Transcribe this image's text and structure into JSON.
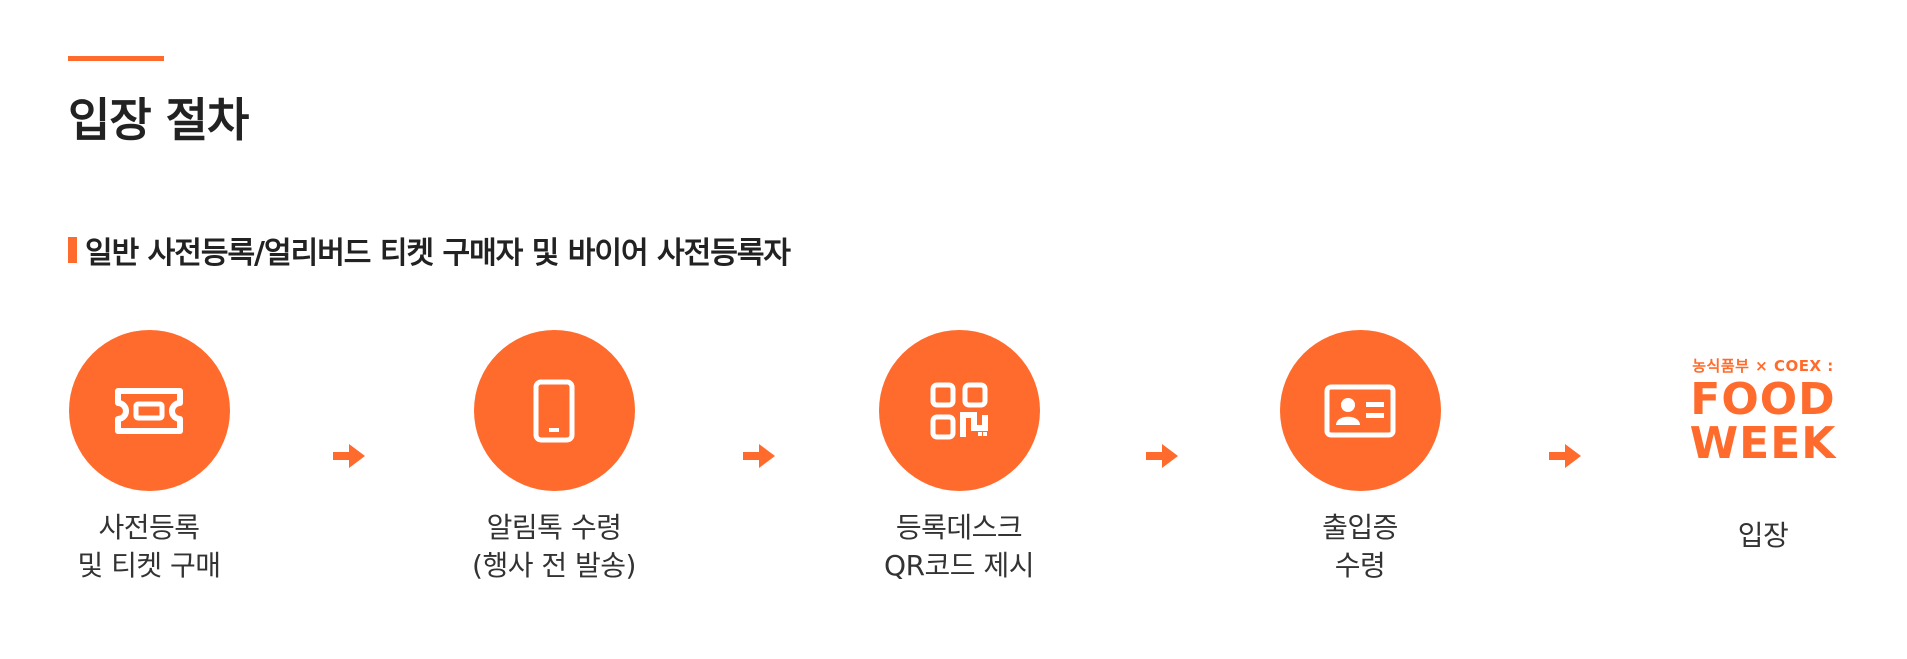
{
  "header": {
    "title": "입장 절차"
  },
  "section": {
    "title": "일반 사전등록/얼리버드 티켓 구매자 및 바이어 사전등록자"
  },
  "colors": {
    "accent": "#ff6b2c",
    "text": "#222222"
  },
  "steps": [
    {
      "icon": "ticket-icon",
      "line1": "사전등록",
      "line2": "및 티켓 구매"
    },
    {
      "icon": "smartphone-icon",
      "line1": "알림톡 수령",
      "line2": "(행사 전 발송)"
    },
    {
      "icon": "qr-code-icon",
      "line1": "등록데스크",
      "line2": "QR코드 제시"
    },
    {
      "icon": "id-card-icon",
      "line1": "출입증",
      "line2": "수령"
    },
    {
      "icon": "food-week-logo",
      "line1": "입장",
      "line2": ""
    }
  ],
  "logo": {
    "top_text": "농식품부 × COEX :",
    "line1": "FOOD",
    "line2": "WEEK"
  }
}
